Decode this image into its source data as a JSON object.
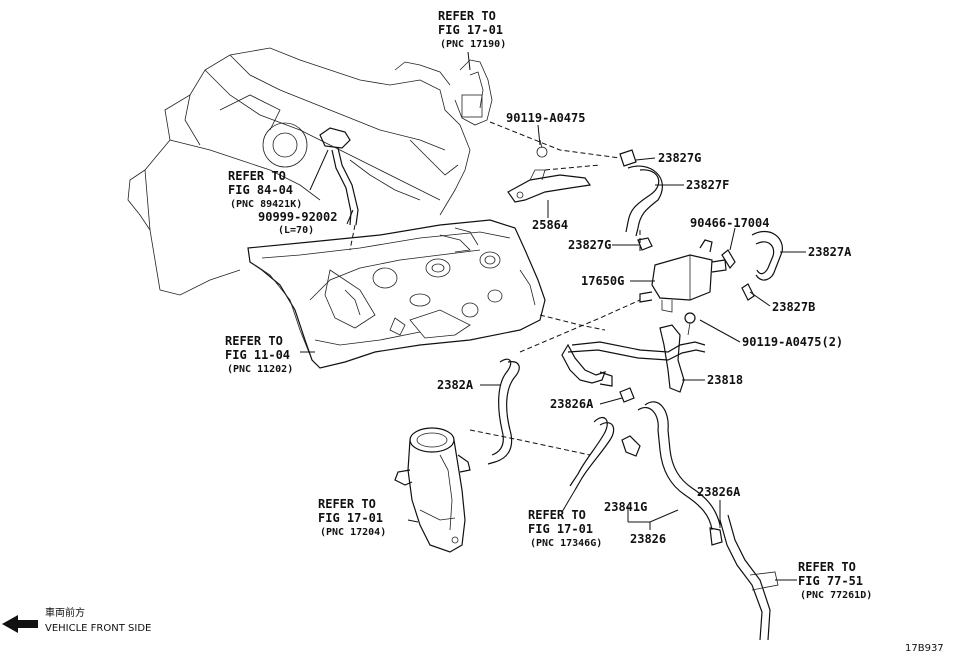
{
  "labels": {
    "refer_top": [
      "REFER TO",
      "FIG 17-01",
      "(PNC 17190)"
    ],
    "refer_8404": [
      "REFER TO",
      "FIG 84-04",
      "(PNC 89421K)"
    ],
    "part_90999": [
      "90999-92002",
      "(L=70)"
    ],
    "refer_1104": [
      "REFER TO",
      "FIG 11-04",
      "(PNC 11202)"
    ],
    "refer_17204": [
      "REFER TO",
      "FIG 17-01",
      "(PNC 17204)"
    ],
    "refer_17346": [
      "REFER TO",
      "FIG 17-01",
      "(PNC 17346G)"
    ],
    "refer_7751": [
      "REFER TO",
      "FIG 77-51",
      "(PNC 77261D)"
    ],
    "p_90119": "90119-A0475",
    "p_23827G_a": "23827G",
    "p_23827F": "23827F",
    "p_25864": "25864",
    "p_90466": "90466-17004",
    "p_23827G_b": "23827G",
    "p_23827A": "23827A",
    "p_17650G": "17650G",
    "p_23827B": "23827B",
    "p_90119_2": "90119-A0475(2)",
    "p_2382A": "2382A",
    "p_23818": "23818",
    "p_23826A_a": "23826A",
    "p_23841G": "23841G",
    "p_23826A_b": "23826A",
    "p_23826": "23826",
    "front_jp": "車両前方",
    "front_en": "VEHICLE FRONT SIDE",
    "fig_id": "17B937"
  }
}
